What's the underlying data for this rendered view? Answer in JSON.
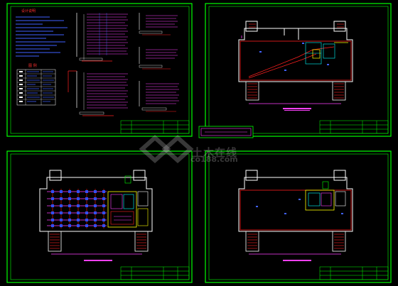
{
  "image": {
    "description_colors": {
      "background": "#000000",
      "frame": "#00ff00",
      "wall": "#ffffff",
      "red": "#ff2020",
      "magenta": "#ff00ff",
      "blue": "#3050ff",
      "yellow": "#ffff00",
      "cyan": "#00ffff"
    }
  },
  "sheets": [
    {
      "id": "sheet-notes-diagram"
    },
    {
      "id": "sheet-floor-plan-1"
    },
    {
      "id": "sheet-floor-plan-2"
    },
    {
      "id": "sheet-floor-plan-3"
    }
  ],
  "notes_sheet": {
    "heading_1": "设计说明",
    "heading_2": "图 例"
  },
  "watermark": {
    "text": "土木在线",
    "url": "co188.com"
  }
}
